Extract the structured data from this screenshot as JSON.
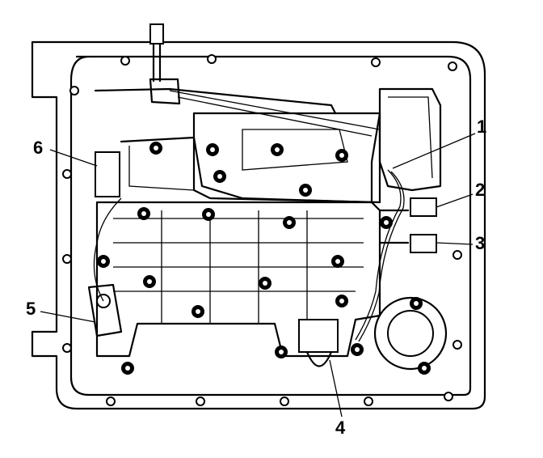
{
  "figure": {
    "callouts": [
      {
        "id": "1",
        "label": "1"
      },
      {
        "id": "2",
        "label": "2"
      },
      {
        "id": "3",
        "label": "3"
      },
      {
        "id": "4",
        "label": "4"
      },
      {
        "id": "5",
        "label": "5"
      },
      {
        "id": "6",
        "label": "6"
      }
    ]
  }
}
